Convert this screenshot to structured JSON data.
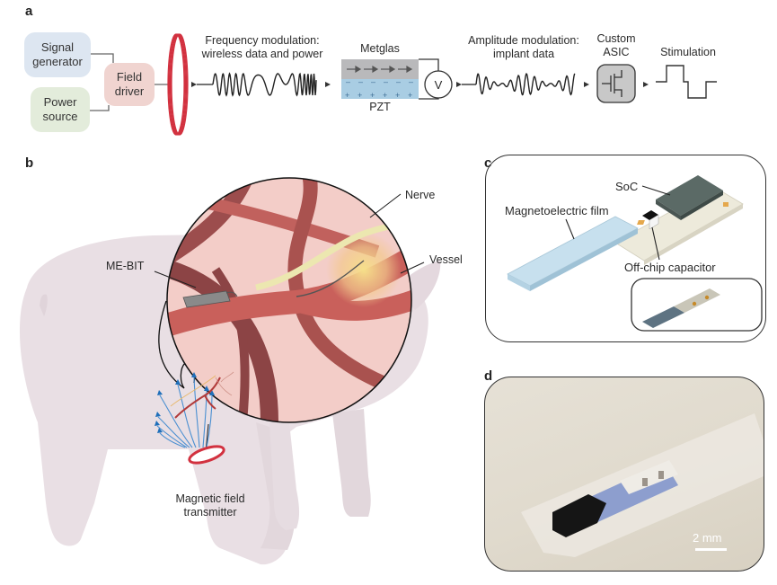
{
  "panels": {
    "a": {
      "letter": "a",
      "signal_generator": "Signal\ngenerator",
      "power_source": "Power\nsource",
      "field_driver": "Field\ndriver",
      "fm_label_line1": "Frequency modulation:",
      "fm_label_line2": "wireless data and power",
      "metglas": "Metglas",
      "pzt": "PZT",
      "voltmeter": "V",
      "am_label_line1": "Amplitude modulation:",
      "am_label_line2": "implant data",
      "asic_line1": "Custom",
      "asic_line2": "ASIC",
      "stimulation": "Stimulation"
    },
    "b": {
      "letter": "b",
      "me_bit": "ME-BIT",
      "nerve": "Nerve",
      "vessel": "Vessel",
      "transmitter_line1": "Magnetic field",
      "transmitter_line2": "transmitter"
    },
    "c": {
      "letter": "c",
      "soc": "SoC",
      "film": "Magnetoelectric film",
      "capacitor": "Off-chip capacitor"
    },
    "d": {
      "letter": "d",
      "scale_bar": "2 mm"
    }
  },
  "colors": {
    "signal_box": "#dde6f1",
    "power_box": "#e3ecdb",
    "driver_box": "#f0d4d0",
    "coil": "#d2313f",
    "metglas": "#b9b9bb",
    "pzt": "#a9cde3",
    "asic": "#c8c8c8",
    "pig": "#e9dfe4",
    "tissue": "#f3cdc8",
    "vessel_dark": "#8c4445",
    "vessel": "#c9605b",
    "nerve": "#ece7b0",
    "field_lines": "#2e7dc4",
    "film": "#c7e0ee",
    "substrate": "#edeadb",
    "soc_chip": "#5b6a66",
    "photo_bg": "#e3ddd0"
  }
}
